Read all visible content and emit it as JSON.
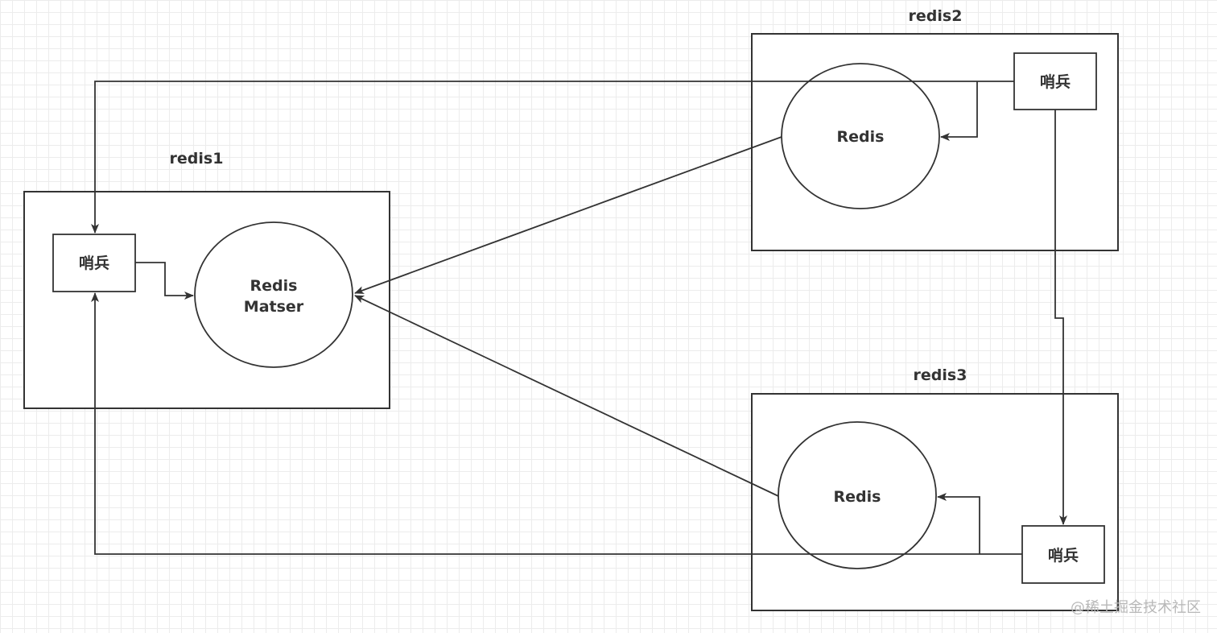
{
  "diagram": {
    "containers": [
      {
        "id": "redis1",
        "label": "redis1"
      },
      {
        "id": "redis2",
        "label": "redis2"
      },
      {
        "id": "redis3",
        "label": "redis3"
      }
    ],
    "nodes": {
      "master": {
        "lines": [
          "Redis",
          "Matser"
        ],
        "shape": "ellipse",
        "container": "redis1"
      },
      "redis2_node": {
        "label": "Redis",
        "shape": "ellipse",
        "container": "redis2"
      },
      "redis3_node": {
        "label": "Redis",
        "shape": "ellipse",
        "container": "redis3"
      },
      "sentinel1": {
        "label": "哨兵",
        "shape": "rect",
        "container": "redis1"
      },
      "sentinel2": {
        "label": "哨兵",
        "shape": "rect",
        "container": "redis2"
      },
      "sentinel3": {
        "label": "哨兵",
        "shape": "rect",
        "container": "redis3"
      }
    },
    "edges": [
      {
        "from": "sentinel1",
        "to": "master"
      },
      {
        "from": "sentinel2",
        "to": "redis2_node"
      },
      {
        "from": "sentinel2",
        "to": "sentinel1"
      },
      {
        "from": "sentinel2",
        "to": "sentinel3"
      },
      {
        "from": "sentinel3",
        "to": "redis3_node"
      },
      {
        "from": "sentinel3",
        "to": "sentinel1"
      },
      {
        "from": "redis2_node",
        "to": "master"
      },
      {
        "from": "redis3_node",
        "to": "master"
      }
    ]
  },
  "watermark": "@稀土掘金技术社区"
}
